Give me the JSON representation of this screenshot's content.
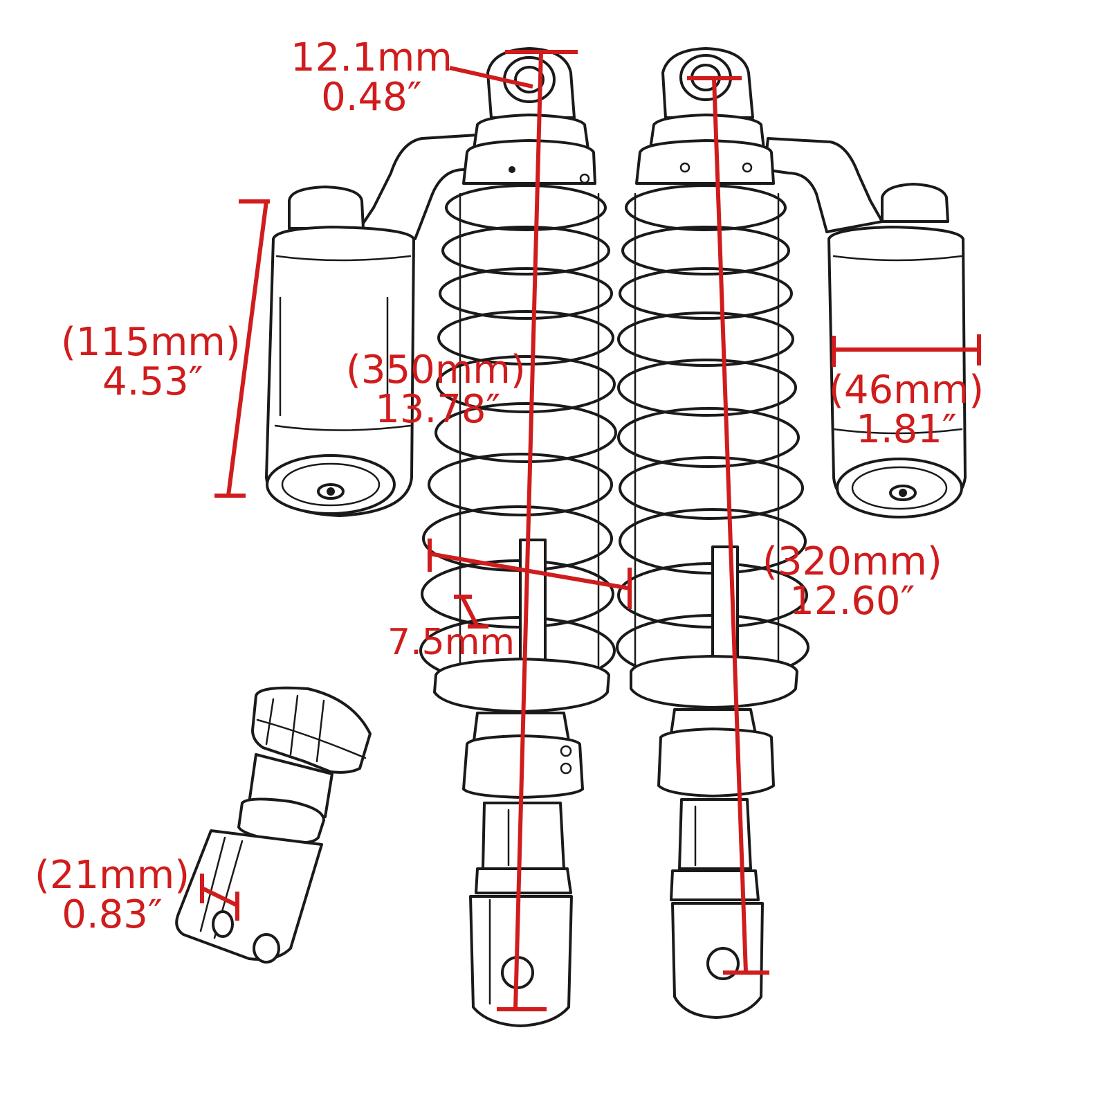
{
  "colors": {
    "dimension": "#d01c1c",
    "outline": "#1a1a1a",
    "background": "#ffffff"
  },
  "dimensions": {
    "eye_diameter": {
      "metric": "12.1mm",
      "imperial": "0.48″"
    },
    "reservoir_length": {
      "metric": "(115mm)",
      "imperial": "4.53″"
    },
    "length_a": {
      "metric": "(350mm)",
      "imperial": "13.78″"
    },
    "reservoir_diameter": {
      "metric": "(46mm)",
      "imperial": "1.81″"
    },
    "length_b": {
      "metric": "(320mm)",
      "imperial": "12.60″"
    },
    "spring_wire": {
      "metric": "7.5mm"
    },
    "fork_slot": {
      "metric": "(21mm)",
      "imperial": "0.83″"
    }
  }
}
